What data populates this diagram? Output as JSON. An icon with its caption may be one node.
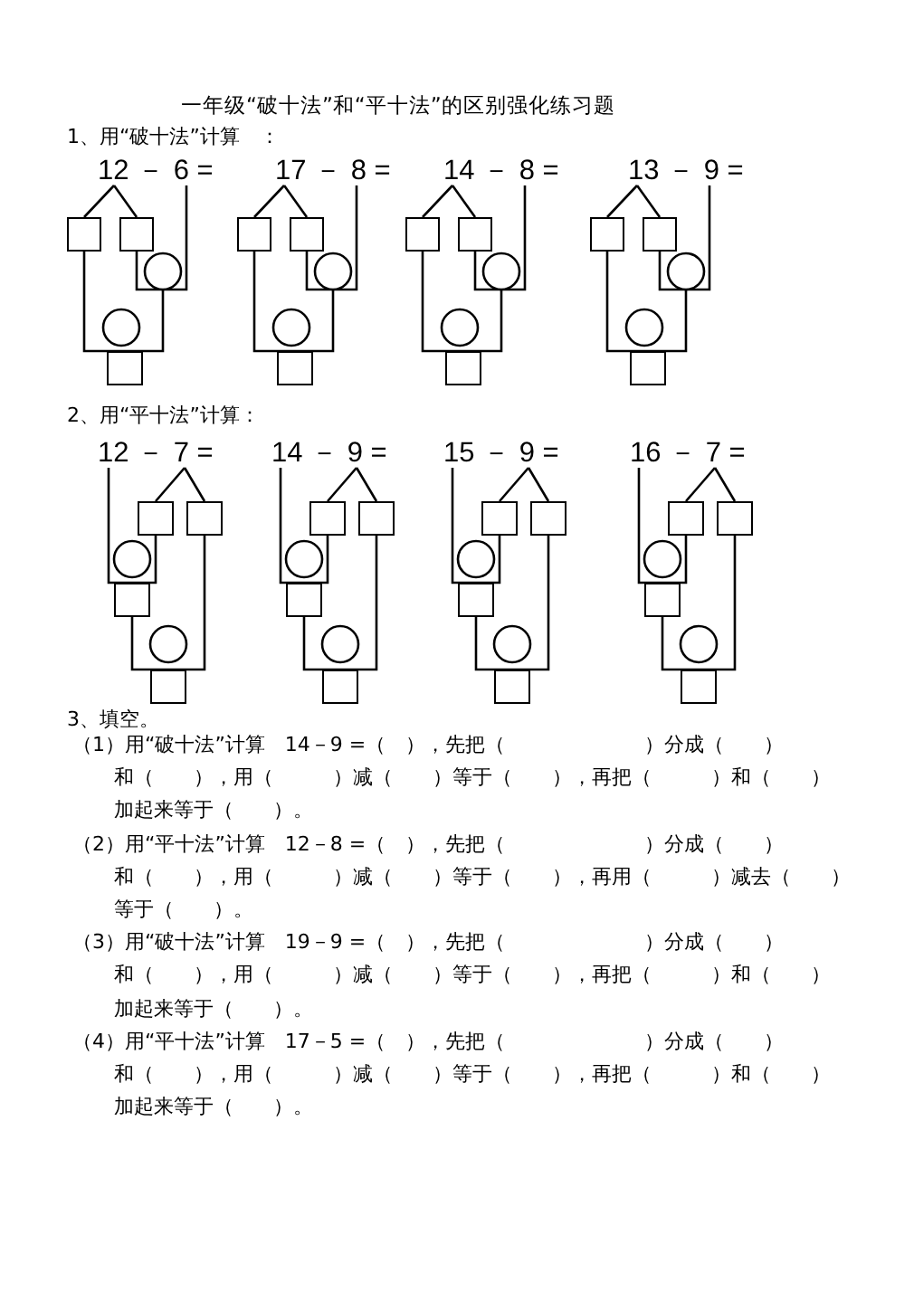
{
  "diagram": {
    "title": "一年级“破十法”和“平十法”的区别强化练习题",
    "nodes": [
      {
        "text": [
          "12 － 6 ="
        ]
      },
      {
        "text": [],
        "shape": "box"
      },
      {
        "text": [],
        "shape": "box"
      },
      {
        "text": [],
        "shape": "circle"
      },
      {
        "text": [],
        "shape": "circle"
      },
      {
        "text": [],
        "shape": "box"
      },
      {
        "text": [
          "17 － 8 ="
        ]
      },
      {
        "text": [],
        "shape": "box"
      },
      {
        "text": [],
        "shape": "box"
      },
      {
        "text": [],
        "shape": "circle"
      },
      {
        "text": [],
        "shape": "circle"
      },
      {
        "text": [],
        "shape": "box"
      },
      {
        "text": [
          "14 － 8 ="
        ]
      },
      {
        "text": [],
        "shape": "box"
      },
      {
        "text": [],
        "shape": "box"
      },
      {
        "text": [],
        "shape": "circle"
      },
      {
        "text": [],
        "shape": "circle"
      },
      {
        "text": [],
        "shape": "box"
      },
      {
        "text": [
          "13 － 9 ="
        ]
      },
      {
        "text": [],
        "shape": "box"
      },
      {
        "text": [],
        "shape": "box"
      },
      {
        "text": [],
        "shape": "circle"
      },
      {
        "text": [],
        "shape": "circle"
      },
      {
        "text": [],
        "shape": "box"
      },
      {
        "text": [
          "12 － 7 ="
        ]
      },
      {
        "text": [],
        "shape": "box"
      },
      {
        "text": [],
        "shape": "box"
      },
      {
        "text": [],
        "shape": "circle"
      },
      {
        "text": [],
        "shape": "box"
      },
      {
        "text": [],
        "shape": "circle"
      },
      {
        "text": [],
        "shape": "box"
      },
      {
        "text": [
          "14 － 9 ="
        ]
      },
      {
        "text": [],
        "shape": "box"
      },
      {
        "text": [],
        "shape": "box"
      },
      {
        "text": [],
        "shape": "circle"
      },
      {
        "text": [],
        "shape": "box"
      },
      {
        "text": [],
        "shape": "circle"
      },
      {
        "text": [],
        "shape": "box"
      },
      {
        "text": [
          "15 － 9 ="
        ]
      },
      {
        "text": [],
        "shape": "box"
      },
      {
        "text": [],
        "shape": "box"
      },
      {
        "text": [],
        "shape": "circle"
      },
      {
        "text": [],
        "shape": "box"
      },
      {
        "text": [],
        "shape": "circle"
      },
      {
        "text": [],
        "shape": "box"
      },
      {
        "text": [
          "16 － 7 ="
        ]
      },
      {
        "text": [],
        "shape": "box"
      },
      {
        "text": [],
        "shape": "box"
      },
      {
        "text": [],
        "shape": "circle"
      },
      {
        "text": [],
        "shape": "box"
      },
      {
        "text": [],
        "shape": "circle"
      },
      {
        "text": [],
        "shape": "box"
      }
    ],
    "edges": [
      {
        "from": 0,
        "to": 1,
        "arrow": "none"
      },
      {
        "from": 0,
        "to": 2,
        "arrow": "none"
      },
      {
        "from": 2,
        "to": 3,
        "arrow": "none"
      },
      {
        "from": 0,
        "to": 3,
        "arrow": "none"
      },
      {
        "from": 1,
        "to": 5,
        "arrow": "none"
      },
      {
        "from": 3,
        "to": 5,
        "arrow": "none"
      },
      {
        "from": 6,
        "to": 7,
        "arrow": "none"
      },
      {
        "from": 6,
        "to": 8,
        "arrow": "none"
      },
      {
        "from": 8,
        "to": 9,
        "arrow": "none"
      },
      {
        "from": 6,
        "to": 9,
        "arrow": "none"
      },
      {
        "from": 7,
        "to": 11,
        "arrow": "none"
      },
      {
        "from": 9,
        "to": 11,
        "arrow": "none"
      },
      {
        "from": 12,
        "to": 13,
        "arrow": "none"
      },
      {
        "from": 12,
        "to": 14,
        "arrow": "none"
      },
      {
        "from": 14,
        "to": 15,
        "arrow": "none"
      },
      {
        "from": 12,
        "to": 15,
        "arrow": "none"
      },
      {
        "from": 13,
        "to": 17,
        "arrow": "none"
      },
      {
        "from": 15,
        "to": 17,
        "arrow": "none"
      },
      {
        "from": 18,
        "to": 19,
        "arrow": "none"
      },
      {
        "from": 18,
        "to": 20,
        "arrow": "none"
      },
      {
        "from": 20,
        "to": 21,
        "arrow": "none"
      },
      {
        "from": 18,
        "to": 21,
        "arrow": "none"
      },
      {
        "from": 19,
        "to": 23,
        "arrow": "none"
      },
      {
        "from": 21,
        "to": 23,
        "arrow": "none"
      },
      {
        "from": 24,
        "to": 25,
        "arrow": "none"
      },
      {
        "from": 24,
        "to": 26,
        "arrow": "none"
      },
      {
        "from": 24,
        "to": 28,
        "arrow": "none"
      },
      {
        "from": 25,
        "to": 28,
        "arrow": "none"
      },
      {
        "from": 28,
        "to": 30,
        "arrow": "none"
      },
      {
        "from": 26,
        "to": 30,
        "arrow": "none"
      },
      {
        "from": 31,
        "to": 32,
        "arrow": "none"
      },
      {
        "from": 31,
        "to": 33,
        "arrow": "none"
      },
      {
        "from": 31,
        "to": 35,
        "arrow": "none"
      },
      {
        "from": 32,
        "to": 35,
        "arrow": "none"
      },
      {
        "from": 35,
        "to": 37,
        "arrow": "none"
      },
      {
        "from": 33,
        "to": 37,
        "arrow": "none"
      },
      {
        "from": 38,
        "to": 39,
        "arrow": "none"
      },
      {
        "from": 38,
        "to": 40,
        "arrow": "none"
      },
      {
        "from": 38,
        "to": 42,
        "arrow": "none"
      },
      {
        "from": 39,
        "to": 42,
        "arrow": "none"
      },
      {
        "from": 42,
        "to": 44,
        "arrow": "none"
      },
      {
        "from": 40,
        "to": 44,
        "arrow": "none"
      },
      {
        "from": 45,
        "to": 46,
        "arrow": "none"
      },
      {
        "from": 45,
        "to": 47,
        "arrow": "none"
      },
      {
        "from": 45,
        "to": 49,
        "arrow": "none"
      },
      {
        "from": 46,
        "to": 49,
        "arrow": "none"
      },
      {
        "from": 49,
        "to": 51,
        "arrow": "none"
      },
      {
        "from": 47,
        "to": 51,
        "arrow": "none"
      }
    ],
    "labels": [
      "1、用“破十法”计算　：",
      "2、用“平十法”计算：",
      "3、填空。",
      "（1）用“破十法”计算　14－9 =（　），先把（　　　　　　　）分成（　　）",
      "和（　　），用（　　　）减（　　）等于（　　），再把（　　　）和（　　）",
      "加起来等于（　　）。",
      "（2）用“平十法”计算　12－8 =（　），先把（　　　　　　　）分成（　　）",
      "和（　　），用（　　　）减（　　）等于（　　），再用（　　　）减去（　　）",
      "等于（　　）。",
      "（3）用“破十法”计算　19－9 =（　），先把（　　　　　　　）分成（　　）",
      "和（　　），用（　　　）减（　　）等于（　　），再把（　　　）和（　　）",
      "加起来等于（　　）。",
      "（4）用“平十法”计算　17－5 =（　），先把（　　　　　　　）分成（　　）",
      "和（　　），用（　　　）减（　　）等于（　　），再把（　　　）和（　　）",
      "加起来等于（　　）。"
    ]
  }
}
